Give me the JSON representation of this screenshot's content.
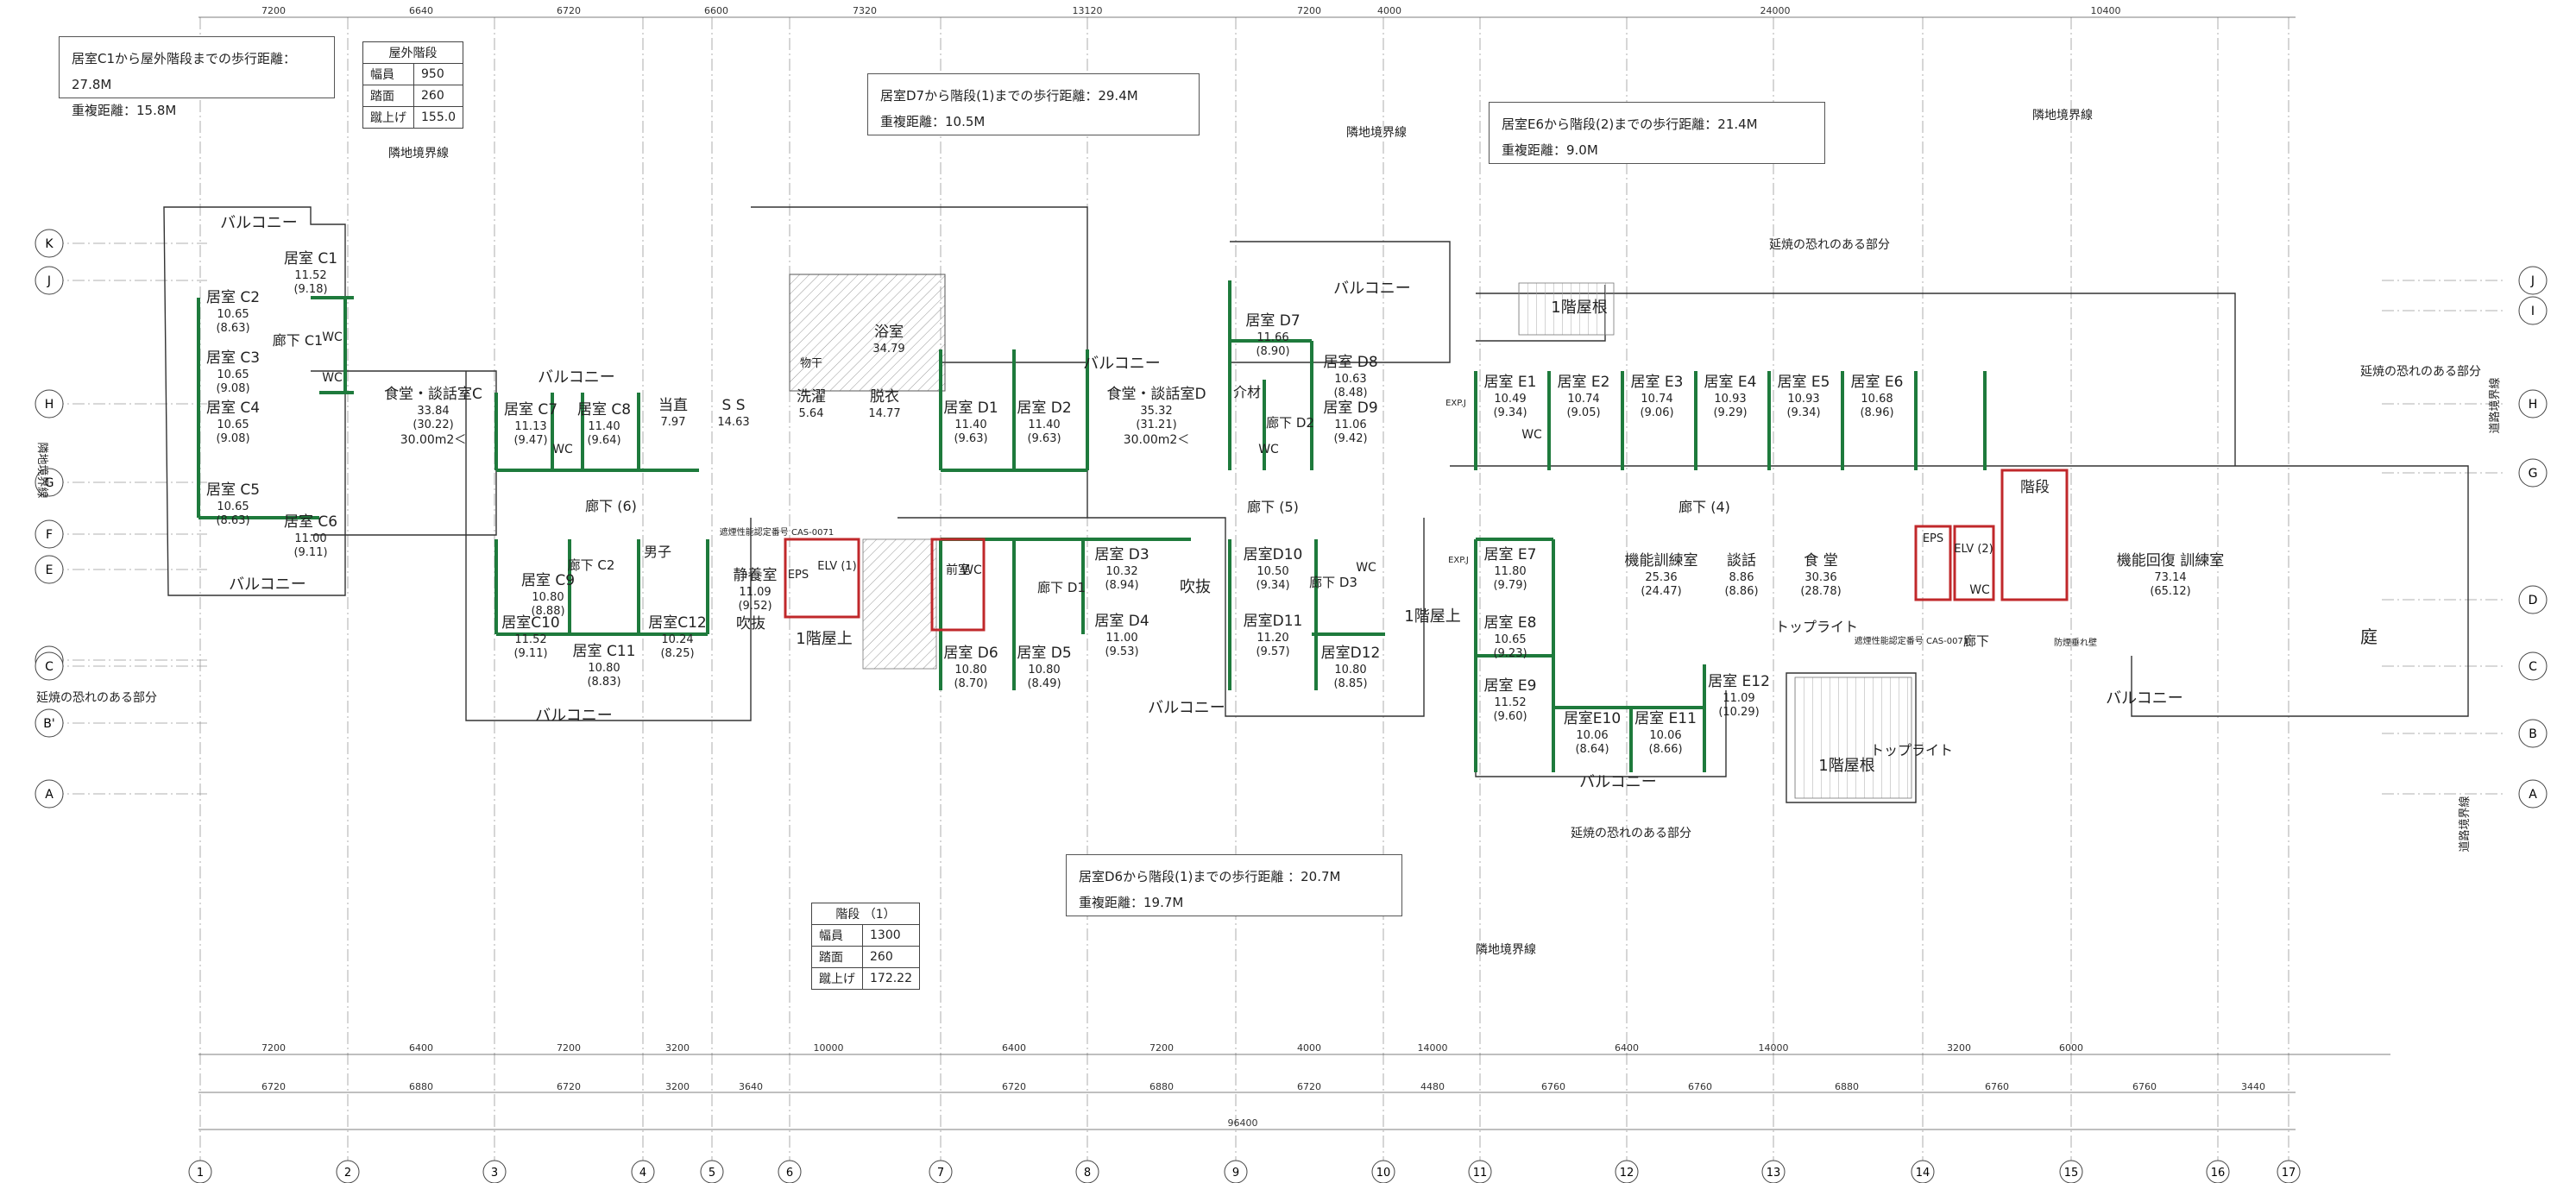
{
  "notes": {
    "c1": {
      "line1": "居室C1から屋外階段までの歩行距離：27.8M",
      "line2": "重複距離：15.8M"
    },
    "d7": {
      "line1": "居室D7から階段(1)までの歩行距離：29.4M",
      "line2": "重複距離：10.5M"
    },
    "e6": {
      "line1": "居室E6から階段(2)までの歩行距離：21.4M",
      "line2": "重複距離：9.0M"
    },
    "d6": {
      "line1": "居室D6から階段(1)までの歩行距離 ：20.7M",
      "line2": "重複距離：19.7M"
    }
  },
  "stair_tables": {
    "outdoor": {
      "title": "屋外階段",
      "rows": [
        [
          "幅員",
          "950"
        ],
        [
          "踏面",
          "260"
        ],
        [
          "蹴上げ",
          "155.0"
        ]
      ]
    },
    "stair1": {
      "title": "階段 （1）",
      "rows": [
        [
          "幅員",
          "1300"
        ],
        [
          "踏面",
          "260"
        ],
        [
          "蹴上げ",
          "172.22"
        ]
      ]
    }
  },
  "grid": {
    "columns": [
      "1",
      "2",
      "3",
      "4",
      "5",
      "6",
      "7",
      "8",
      "9",
      "10",
      "11",
      "12",
      "13",
      "14",
      "15",
      "16",
      "17"
    ],
    "rows_left": [
      "K",
      "J",
      "H",
      "G",
      "F",
      "E",
      "D",
      "C",
      "B'",
      "A"
    ],
    "rows_right": [
      "J",
      "I",
      "H",
      "G",
      "D",
      "C",
      "B",
      "A"
    ]
  },
  "dims": {
    "top": [
      "7200",
      "6640",
      "6720",
      "6600",
      "7320",
      "13120",
      "7200",
      "4000",
      "24000",
      "10400"
    ],
    "bottom1": [
      "7200",
      "6400",
      "7200",
      "3200",
      "10000",
      "6400",
      "7200",
      "4000",
      "14000",
      "6400",
      "14000",
      "3200",
      "6000"
    ],
    "bottom2": [
      "6720",
      "6880",
      "6720",
      "3200",
      "3640",
      "6720",
      "6880",
      "6720",
      "4480",
      "6760",
      "6760",
      "6880",
      "6760",
      "6760",
      "3440"
    ],
    "total": "96400"
  },
  "rooms": [
    {
      "name": "居室 C1",
      "area": "11.52",
      "sub": "(9.18)"
    },
    {
      "name": "居室 C2",
      "area": "10.65",
      "sub": "(8.63)"
    },
    {
      "name": "居室 C3",
      "area": "10.65",
      "sub": "(9.08)"
    },
    {
      "name": "居室 C4",
      "area": "10.65",
      "sub": "(9.08)"
    },
    {
      "name": "居室 C5",
      "area": "10.65",
      "sub": "(8.63)"
    },
    {
      "name": "居室 C6",
      "area": "11.00",
      "sub": "(9.11)"
    },
    {
      "name": "居室 C7",
      "area": "11.13",
      "sub": "(9.47)"
    },
    {
      "name": "居室 C8",
      "area": "11.40",
      "sub": "(9.64)"
    },
    {
      "name": "居室 C9",
      "area": "10.80",
      "sub": "(8.88)"
    },
    {
      "name": "居室C10",
      "area": "11.52",
      "sub": "(9.11)"
    },
    {
      "name": "居室 C11",
      "area": "10.80",
      "sub": "(8.83)"
    },
    {
      "name": "居室C12",
      "area": "10.24",
      "sub": "(8.25)"
    },
    {
      "name": "居室 D1",
      "area": "11.40",
      "sub": "(9.63)"
    },
    {
      "name": "居室 D2",
      "area": "11.40",
      "sub": "(9.63)"
    },
    {
      "name": "居室 D3",
      "area": "10.32",
      "sub": "(8.94)"
    },
    {
      "name": "居室 D4",
      "area": "11.00",
      "sub": "(9.53)"
    },
    {
      "name": "居室 D5",
      "area": "10.80",
      "sub": "(8.49)"
    },
    {
      "name": "居室 D6",
      "area": "10.80",
      "sub": "(8.70)"
    },
    {
      "name": "居室 D7",
      "area": "11.66",
      "sub": "(8.90)"
    },
    {
      "name": "居室 D8",
      "area": "10.63",
      "sub": "(8.48)"
    },
    {
      "name": "居室 D9",
      "area": "11.06",
      "sub": "(9.42)"
    },
    {
      "name": "居室D10",
      "area": "10.50",
      "sub": "(9.34)"
    },
    {
      "name": "居室D11",
      "area": "11.20",
      "sub": "(9.57)"
    },
    {
      "name": "居室D12",
      "area": "10.80",
      "sub": "(8.85)"
    },
    {
      "name": "居室 E1",
      "area": "10.49",
      "sub": "(9.34)"
    },
    {
      "name": "居室 E2",
      "area": "10.74",
      "sub": "(9.05)"
    },
    {
      "name": "居室 E3",
      "area": "10.74",
      "sub": "(9.06)"
    },
    {
      "name": "居室 E4",
      "area": "10.93",
      "sub": "(9.29)"
    },
    {
      "name": "居室 E5",
      "area": "10.93",
      "sub": "(9.34)"
    },
    {
      "name": "居室 E6",
      "area": "10.68",
      "sub": "(8.96)"
    },
    {
      "name": "居室 E7",
      "area": "11.80",
      "sub": "(9.79)"
    },
    {
      "name": "居室 E8",
      "area": "10.65",
      "sub": "(9.23)"
    },
    {
      "name": "居室 E9",
      "area": "11.52",
      "sub": "(9.60)"
    },
    {
      "name": "居室E10",
      "area": "10.06",
      "sub": "(8.64)"
    },
    {
      "name": "居室 E11",
      "area": "10.06",
      "sub": "(8.66)"
    },
    {
      "name": "居室 E12",
      "area": "11.09",
      "sub": "(10.29)"
    },
    {
      "name": "食堂・談話室C",
      "area": "33.84",
      "sub": "(30.22)",
      "extra": "30.00m2＜"
    },
    {
      "name": "食堂・談話室D",
      "area": "35.32",
      "sub": "(31.21)",
      "extra": "30.00m2＜"
    },
    {
      "name": "機能訓練室",
      "area": "25.36",
      "sub": "(24.47)"
    },
    {
      "name": "談話",
      "area": "8.86",
      "sub": "(8.86)"
    },
    {
      "name": "食 堂",
      "area": "30.36",
      "sub": "(28.78)"
    },
    {
      "name": "機能回復 訓練室",
      "area": "73.14",
      "sub": "(65.12)"
    },
    {
      "name": "浴室",
      "area": "34.79"
    },
    {
      "name": "脱衣",
      "area": "14.77"
    },
    {
      "name": "洗濯",
      "area": "5.64"
    },
    {
      "name": "静養室",
      "area": "11.09",
      "sub": "(9.52)"
    },
    {
      "name": "当直",
      "area": "7.97"
    },
    {
      "name": "S S",
      "area": "14.63"
    }
  ],
  "labels": {
    "balcony": "バルコニー",
    "corridor_c1": "廊下 C1",
    "corridor6": "廊下 (6)",
    "corridor5": "廊下 (5)",
    "corridor4": "廊下 (4)",
    "corridor_c2": "廊下 C2",
    "corridor_d1": "廊下 D1",
    "corridor_d2": "廊下 D2",
    "corridor_d3": "廊下 D3",
    "corridor_e": "廊下",
    "fukinuke": "吹抜",
    "roof1": "1階屋上",
    "roof_top": "1階屋根",
    "skylight": "トップライト",
    "stair": "階段",
    "garden": "庭",
    "eps": "EPS",
    "elv1": "ELV (1)",
    "elv2": "ELV (2)",
    "maeshitsu": "前室",
    "kaizai": "介材",
    "monohoshi": "物干",
    "wc": "WC",
    "danshi": "男子",
    "boundary": "隣地境界線",
    "fire_risk": "延焼の恐れのある部分",
    "road_boundary": "道路境界線",
    "exp_j": "EXP.J",
    "fire_door": "防煙垂れ壁",
    "cert": "遮煙性能認定番号 CAS-0071"
  },
  "colors": {
    "wall": "#1e7a3c",
    "stair": "#c0282b",
    "line": "#333333",
    "grid": "#888888"
  }
}
